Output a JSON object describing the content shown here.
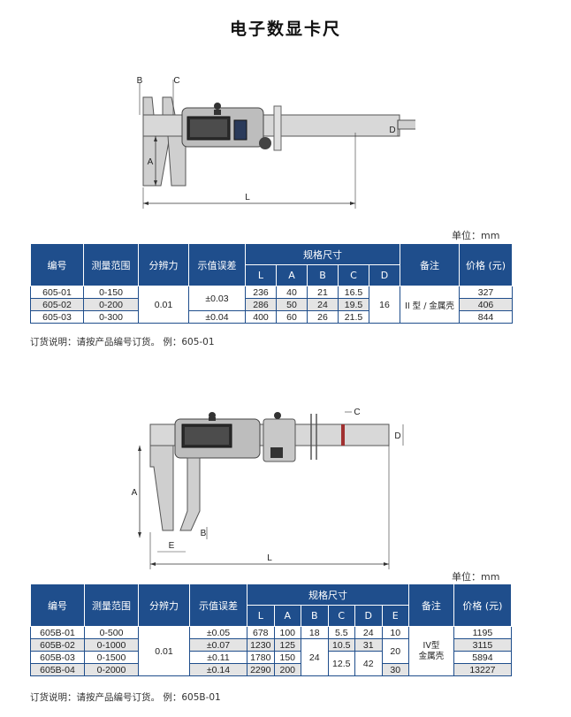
{
  "title": "电子数显卡尺",
  "unit_label": "单位：mm",
  "dim_labels": {
    "A": "A",
    "B": "B",
    "C": "C",
    "D": "D",
    "E": "E",
    "L": "L"
  },
  "table1": {
    "headers": {
      "code": "编号",
      "range": "测量范围",
      "resolution": "分辨力",
      "error": "示值误差",
      "spec": "规格尺寸",
      "remark": "备注",
      "price": "价格 (元)"
    },
    "spec_cols": [
      "L",
      "A",
      "B",
      "C",
      "D"
    ],
    "resolution": "0.01",
    "d_value": "16",
    "remark": "II 型 / 金属壳",
    "rows": [
      {
        "code": "605-01",
        "range": "0-150",
        "error": "±0.03",
        "L": "236",
        "A": "40",
        "B": "21",
        "C": "16.5",
        "price": "327"
      },
      {
        "code": "605-02",
        "range": "0-200",
        "error": "",
        "L": "286",
        "A": "50",
        "B": "24",
        "C": "19.5",
        "price": "406"
      },
      {
        "code": "605-03",
        "range": "0-300",
        "error": "±0.04",
        "L": "400",
        "A": "60",
        "B": "26",
        "C": "21.5",
        "price": "844"
      }
    ],
    "order_note": "订货说明：请按产品编号订货。 例：605-01"
  },
  "table2": {
    "headers": {
      "code": "编号",
      "range": "测量范围",
      "resolution": "分辨力",
      "error": "示值误差",
      "spec": "规格尺寸",
      "remark": "备注",
      "price": "价格 (元)"
    },
    "spec_cols": [
      "L",
      "A",
      "B",
      "C",
      "D",
      "E"
    ],
    "resolution": "0.01",
    "b_first": "18",
    "b_rest": "24",
    "c_merged": "12.5",
    "d_merged": "42",
    "e_merged": "20",
    "remark_line1": "IV型",
    "remark_line2": "金属壳",
    "rows": [
      {
        "code": "605B-01",
        "range": "0-500",
        "error": "±0.05",
        "L": "678",
        "A": "100",
        "C": "5.5",
        "D": "24",
        "E": "10",
        "price": "1195"
      },
      {
        "code": "605B-02",
        "range": "0-1000",
        "error": "±0.07",
        "L": "1230",
        "A": "125",
        "C": "10.5",
        "D": "31",
        "price": "3115"
      },
      {
        "code": "605B-03",
        "range": "0-1500",
        "error": "±0.11",
        "L": "1780",
        "A": "150",
        "price": "5894"
      },
      {
        "code": "605B-04",
        "range": "0-2000",
        "error": "±0.14",
        "L": "2290",
        "A": "200",
        "E": "30",
        "price": "13227"
      }
    ],
    "order_note": "订货说明：请按产品编号订货。 例：605B-01"
  }
}
